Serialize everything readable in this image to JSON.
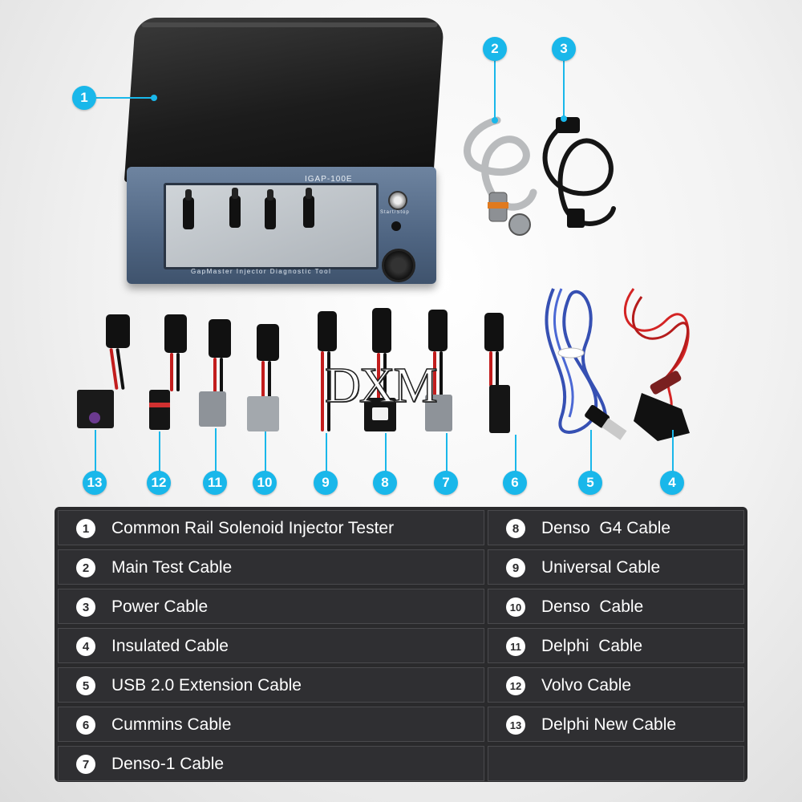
{
  "product": {
    "model_label": "IGAP-100E",
    "brand_label": "GapMaster Injector Diagnostic Tool",
    "start_stop_label": "Start/Stop"
  },
  "watermark": "DXM",
  "callouts": {
    "c1": "1",
    "c2": "2",
    "c3": "3",
    "c4": "4",
    "c5": "5",
    "c6": "6",
    "c7": "7",
    "c8": "8",
    "c9": "9",
    "c10": "10",
    "c11": "11",
    "c12": "12",
    "c13": "13"
  },
  "legend": {
    "left": [
      {
        "num": "1",
        "label": "Common Rail Solenoid Injector Tester"
      },
      {
        "num": "2",
        "label": "Main Test Cable"
      },
      {
        "num": "3",
        "label": "Power Cable"
      },
      {
        "num": "4",
        "label": "Insulated Cable"
      },
      {
        "num": "5",
        "label": "USB 2.0 Extension Cable"
      },
      {
        "num": "6",
        "label": "Cummins Cable"
      },
      {
        "num": "7",
        "label": "Denso-1 Cable"
      }
    ],
    "right": [
      {
        "num": "8",
        "label": "Denso  G4 Cable"
      },
      {
        "num": "9",
        "label": "Universal Cable"
      },
      {
        "num": "10",
        "label": "Denso  Cable"
      },
      {
        "num": "11",
        "label": "Delphi  Cable"
      },
      {
        "num": "12",
        "label": "Volvo Cable"
      },
      {
        "num": "13",
        "label": "Delphi New Cable"
      }
    ]
  },
  "colors": {
    "accent": "#19b7ea",
    "table_bg": "#2a2a2c"
  }
}
